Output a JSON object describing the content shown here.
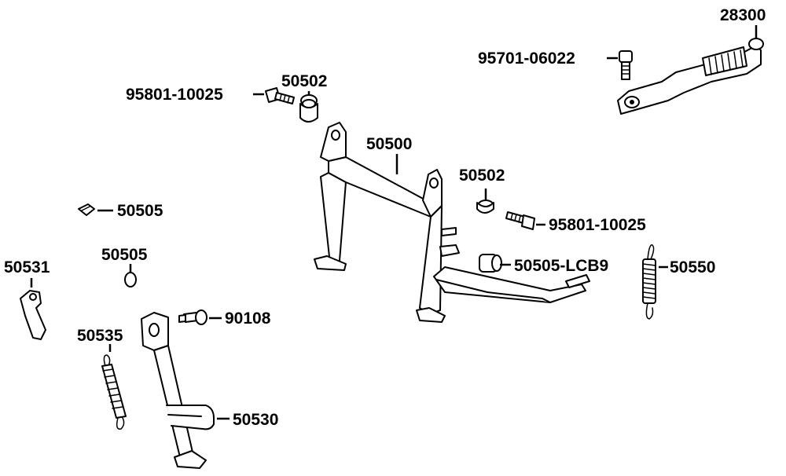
{
  "labels": {
    "kick_lever": "28300",
    "lever_bolt": "95701-06022",
    "bolt_left": "95801-10025",
    "collar_left": "50502",
    "main_stand": "50500",
    "collar_right": "50502",
    "bolt_right": "95801-10025",
    "rubber_small": "50505",
    "stopper_small": "50505",
    "plate": "50531",
    "stopper_lcb9": "50505-LCB9",
    "spring_main": "50550",
    "pivot_bolt": "90108",
    "spring_side": "50535",
    "side_stand": "50530"
  }
}
